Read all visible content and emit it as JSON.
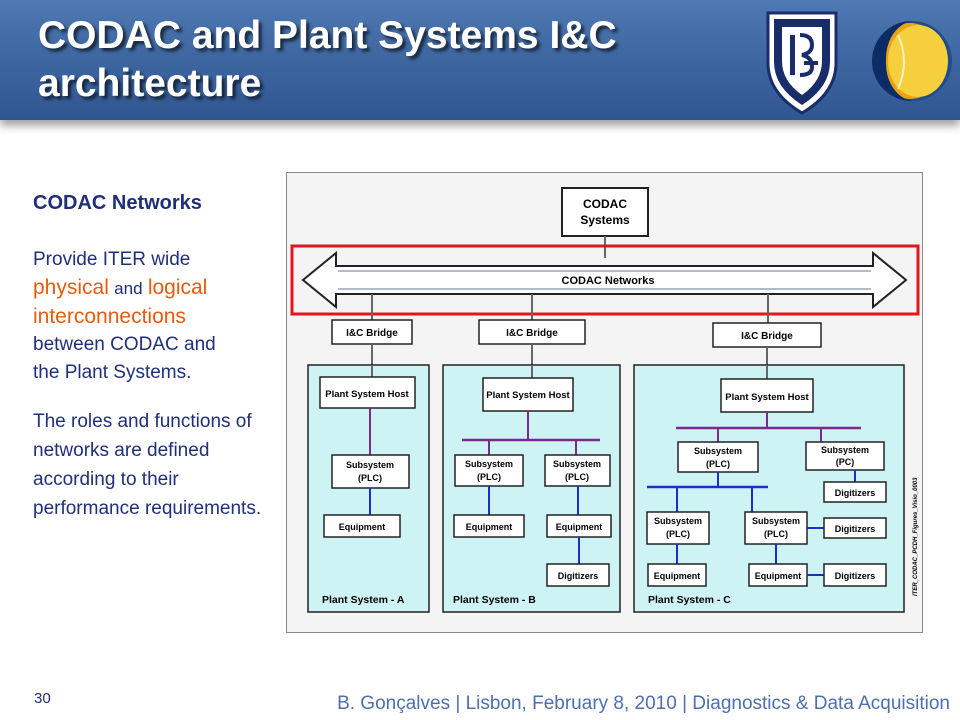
{
  "header": {
    "title_line1": "CODAC and Plant Systems I&C",
    "title_line2": "architecture",
    "logos": [
      "IST crest",
      "IPFN logo"
    ]
  },
  "left_panel": {
    "heading": "CODAC Networks",
    "p1_a": "Provide ITER wide",
    "p1_physical": "physical",
    "p1_and": "and",
    "p1_logical": "logical",
    "p1_interconnections": "interconnections",
    "p1_between": "between CODAC and",
    "p1_end": "the Plant Systems.",
    "p2": "The roles and functions of networks are defined according to their performance requirements."
  },
  "diagram": {
    "codac_line1": "CODAC",
    "codac_line2": "Systems",
    "networks_label": "CODAC Networks",
    "bridge_label": "I&C Bridge",
    "host_label": "Plant System Host",
    "subsystem_label": "Subsystem",
    "plc_label": "(PLC)",
    "pc_label": "(PC)",
    "equipment_label": "Equipment",
    "digitizers_label": "Digitizers",
    "plant_a": "Plant System - A",
    "plant_b": "Plant System - B",
    "plant_c": "Plant System - C",
    "side_caption": "ITER_CODAC_PCDH_Figures_Visio_0003",
    "colors": {
      "panel_fill": "#cdf3f5",
      "box_border": "#222222",
      "purple_link": "#7a2a8c",
      "blue_link": "#1a2fd0",
      "highlight": "#e0161b"
    }
  },
  "footer": {
    "page_number": "30",
    "text": "B. Gonçalves | Lisbon, February 8, 2010 | Diagnostics & Data Acquisition"
  }
}
